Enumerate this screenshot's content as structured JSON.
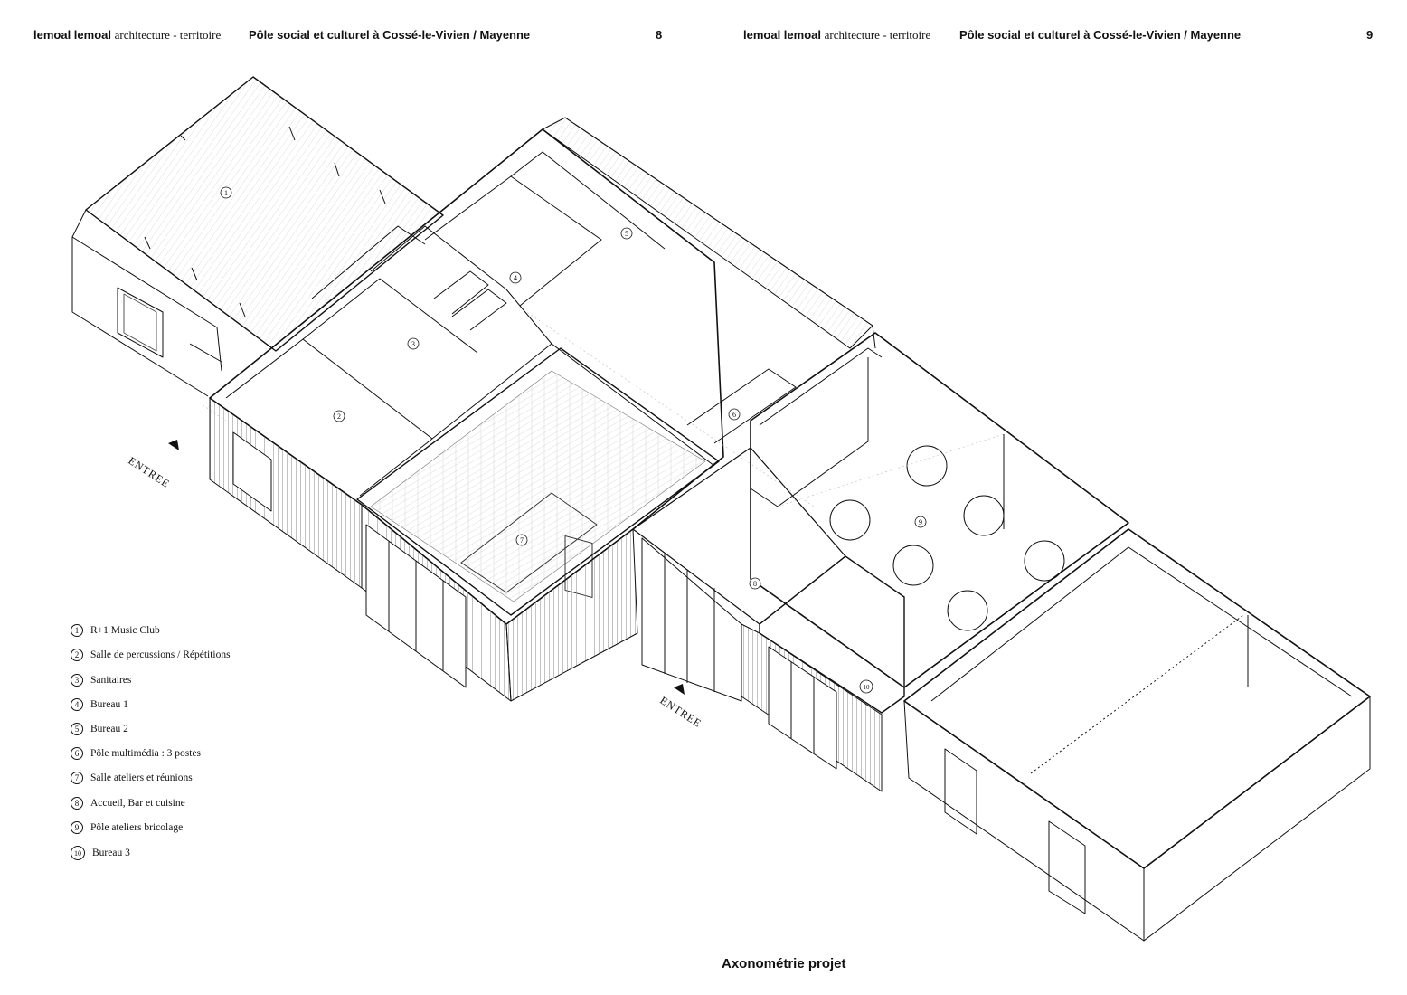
{
  "header": {
    "left": {
      "firm_bold": "lemoal lemoal",
      "firm_rest": "architecture - territoire",
      "project": "Pôle social et culturel à Cossé-le-Vivien / Mayenne",
      "page": "8"
    },
    "right": {
      "firm_bold": "lemoal lemoal",
      "firm_rest": "architecture - territoire",
      "project": "Pôle social et culturel à Cossé-le-Vivien / Mayenne",
      "page": "9"
    }
  },
  "entrances": [
    "ENTREE",
    "ENTREE"
  ],
  "legend": [
    {
      "num": "1",
      "label": "R+1 Music Club"
    },
    {
      "num": "2",
      "label": "Salle de percussions / Répétitions"
    },
    {
      "num": "3",
      "label": "Sanitaires"
    },
    {
      "num": "4",
      "label": "Bureau 1"
    },
    {
      "num": "5",
      "label": "Bureau 2"
    },
    {
      "num": "6",
      "label": "Pôle multimédia : 3 postes"
    },
    {
      "num": "7",
      "label": "Salle ateliers et réunions"
    },
    {
      "num": "8",
      "label": "Accueil, Bar et cuisine"
    },
    {
      "num": "9",
      "label": "Pôle ateliers bricolage"
    },
    {
      "num": "10",
      "label": "Bureau 3"
    }
  ],
  "room_tags": [
    "1",
    "2",
    "3",
    "4",
    "5",
    "6",
    "7",
    "8",
    "9",
    "10"
  ],
  "caption": "Axonométrie projet",
  "colors": {
    "ink": "#111111",
    "hatch": "#888888",
    "paper": "#ffffff"
  }
}
